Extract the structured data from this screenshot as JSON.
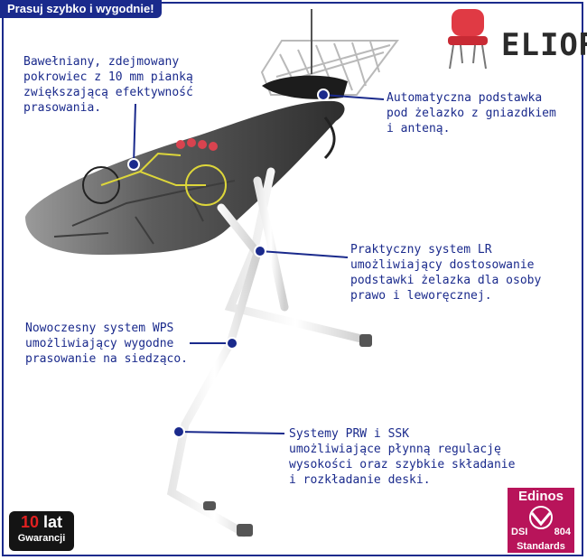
{
  "banner": {
    "text": "Prasuj szybko i wygodnie!"
  },
  "brand": {
    "name": "ELIOR",
    "icon": "red-chair-icon"
  },
  "callouts": {
    "cover": [
      "Bawełniany, zdejmowany",
      "pokrowiec z 10 mm pianką",
      "zwiększającą efektywność",
      "prasowania."
    ],
    "iron_rest": [
      "Automatyczna podstawka",
      "pod żelazko z gniazdkiem",
      "i anteną."
    ],
    "lr": [
      "Praktyczny system LR",
      "umożliwiający dostosowanie",
      "podstawki żelazka dla osoby",
      "prawo i leworęcznej."
    ],
    "wps": [
      "Nowoczesny system WPS",
      "umożliwiający wygodne",
      "prasowanie na siedząco."
    ],
    "prw": [
      "Systemy PRW i SSK",
      "umożliwiające płynną regulację",
      "wysokości oraz szybkie składanie",
      "i rozkładanie deski."
    ]
  },
  "warranty": {
    "number": "10",
    "unit": "lat",
    "label": "Gwarancji"
  },
  "certificate": {
    "title": "Edinos",
    "left": "DSI",
    "right": "804",
    "label": "Standards"
  },
  "colors": {
    "accent": "#1a2a8c",
    "warranty_red": "#e02020",
    "certificate": "#b8145a"
  }
}
